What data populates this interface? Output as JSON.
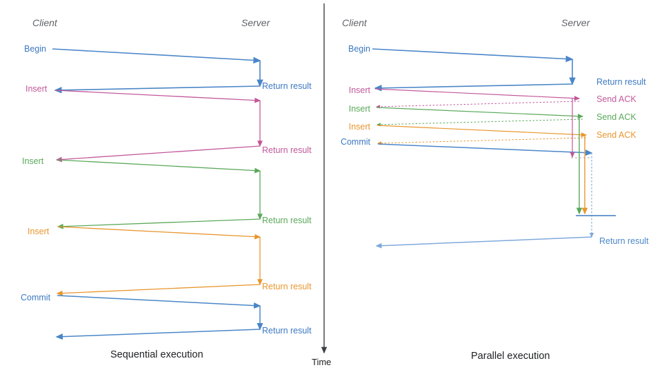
{
  "figure": {
    "divider_color": "#3c4043",
    "time_axis": {
      "label": "Time",
      "color": "#202124"
    },
    "colors": {
      "blue": "#4a86c8",
      "blue_dark": "#3b78c2",
      "pink": "#c2589a",
      "green": "#5aa85a",
      "orange": "#e8962e",
      "header_gray": "#5f6368",
      "caption": "#202124"
    }
  },
  "left_panel": {
    "caption": "Sequential execution",
    "actors": {
      "client": "Client",
      "server": "Server"
    },
    "client_labels": [
      {
        "text": "Begin",
        "color": "#3b78c2"
      },
      {
        "text": "Insert",
        "color": "#c2589a"
      },
      {
        "text": "Insert",
        "color": "#5aa85a"
      },
      {
        "text": "Insert",
        "color": "#e8962e"
      },
      {
        "text": "Commit",
        "color": "#3b78c2"
      }
    ],
    "server_labels": [
      {
        "text": "Return result",
        "color": "#3b78c2"
      },
      {
        "text": "Return result",
        "color": "#c2589a"
      },
      {
        "text": "Return result",
        "color": "#5aa85a"
      },
      {
        "text": "Return result",
        "color": "#e8962e"
      },
      {
        "text": "Return result",
        "color": "#3b78c2"
      }
    ]
  },
  "right_panel": {
    "caption": "Parallel execution",
    "actors": {
      "client": "Client",
      "server": "Server"
    },
    "client_labels": [
      {
        "text": "Begin",
        "color": "#3b78c2"
      },
      {
        "text": "Insert",
        "color": "#c2589a"
      },
      {
        "text": "Insert",
        "color": "#5aa85a"
      },
      {
        "text": "Insert",
        "color": "#e8962e"
      },
      {
        "text": "Commit",
        "color": "#3b78c2"
      }
    ],
    "server_labels": [
      {
        "text": "Return result",
        "color": "#3b78c2"
      },
      {
        "text": "Send ACK",
        "color": "#c2589a"
      },
      {
        "text": "Send ACK",
        "color": "#5aa85a"
      },
      {
        "text": "Send ACK",
        "color": "#e8962e"
      },
      {
        "text": "Return result",
        "color": "#3b78c2"
      }
    ]
  }
}
